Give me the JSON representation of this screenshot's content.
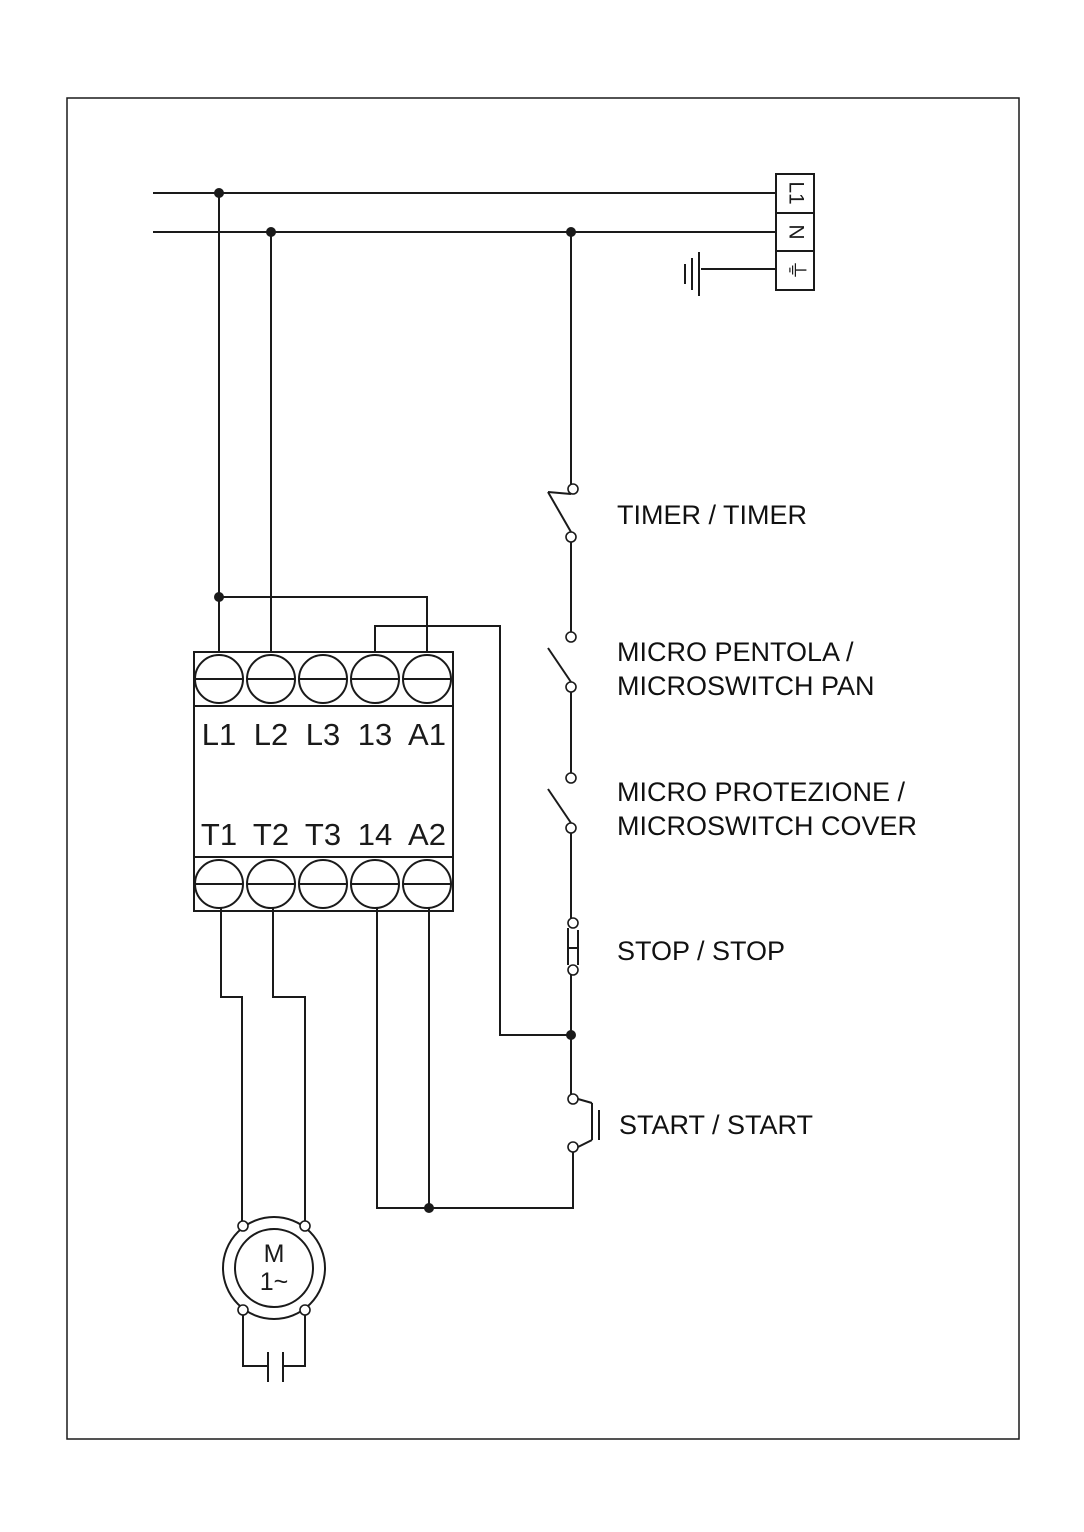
{
  "supply": {
    "terminals": [
      "L1",
      "N",
      "⏚"
    ]
  },
  "contactor": {
    "top_terminals": [
      "L1",
      "L2",
      "L3",
      "13",
      "A1"
    ],
    "bottom_terminals": [
      "T1",
      "T2",
      "T3",
      "14",
      "A2"
    ]
  },
  "components": {
    "timer": "TIMER / TIMER",
    "micro_pan": [
      "MICRO PENTOLA /",
      "MICROSWITCH PAN"
    ],
    "micro_cover": [
      "MICRO PROTEZIONE /",
      "MICROSWITCH COVER"
    ],
    "stop": "STOP / STOP",
    "start": "START / START"
  },
  "motor": {
    "line1": "M",
    "line2": "1~"
  },
  "colors": {
    "ink": "#1a1a1a",
    "background": "#ffffff"
  }
}
